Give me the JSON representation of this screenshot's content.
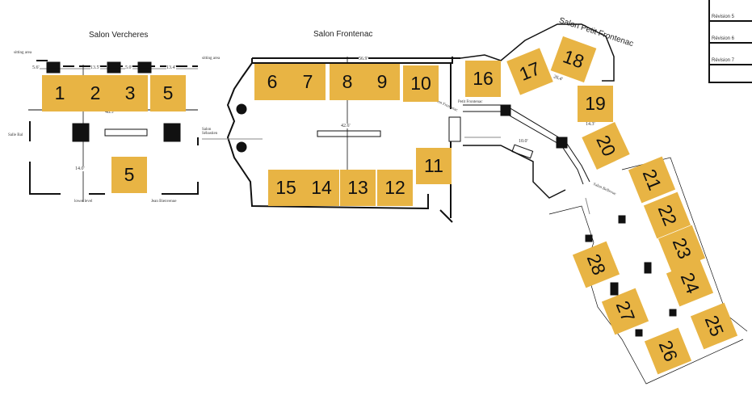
{
  "rooms": {
    "vercheres": "Salon Vercheres",
    "frontenac": "Salon Frontenac",
    "petit_frontenac": "Salon Petit Frontenac"
  },
  "revisions": [
    "Révision 5",
    "Révision 6",
    "Révision 7"
  ],
  "labels": {
    "sitting_left": "sitting area",
    "sitting_right": "sitting area",
    "salle_bal": "Salle Bal",
    "lower_level": "lower level",
    "jean": "Jean Bienvenue",
    "salon_sebastien": "Salon Sébastien",
    "salon_frontenac_small": "Salon Frontenac",
    "petit_frontenac_small": "Petit Frontenac",
    "salon_bellevue": "Salon Bellevue"
  },
  "dims": {
    "d1": "5.6'",
    "d2": "13.5'",
    "d3": "5.0'",
    "d4": "13.4'",
    "d5": "48.3'",
    "d6": "14.0'",
    "d7": "56.9'",
    "d8": "42.6'",
    "d9": "26.4'",
    "d10": "10.0'",
    "d11": "14.3'"
  },
  "booths": [
    "1",
    "2",
    "3",
    "5",
    "5",
    "6",
    "7",
    "8",
    "9",
    "10",
    "11",
    "12",
    "13",
    "14",
    "15",
    "16",
    "17",
    "18",
    "19",
    "20",
    "21",
    "22",
    "23",
    "24",
    "25",
    "26",
    "27",
    "28"
  ],
  "colors": {
    "booth": "#e8b444"
  }
}
